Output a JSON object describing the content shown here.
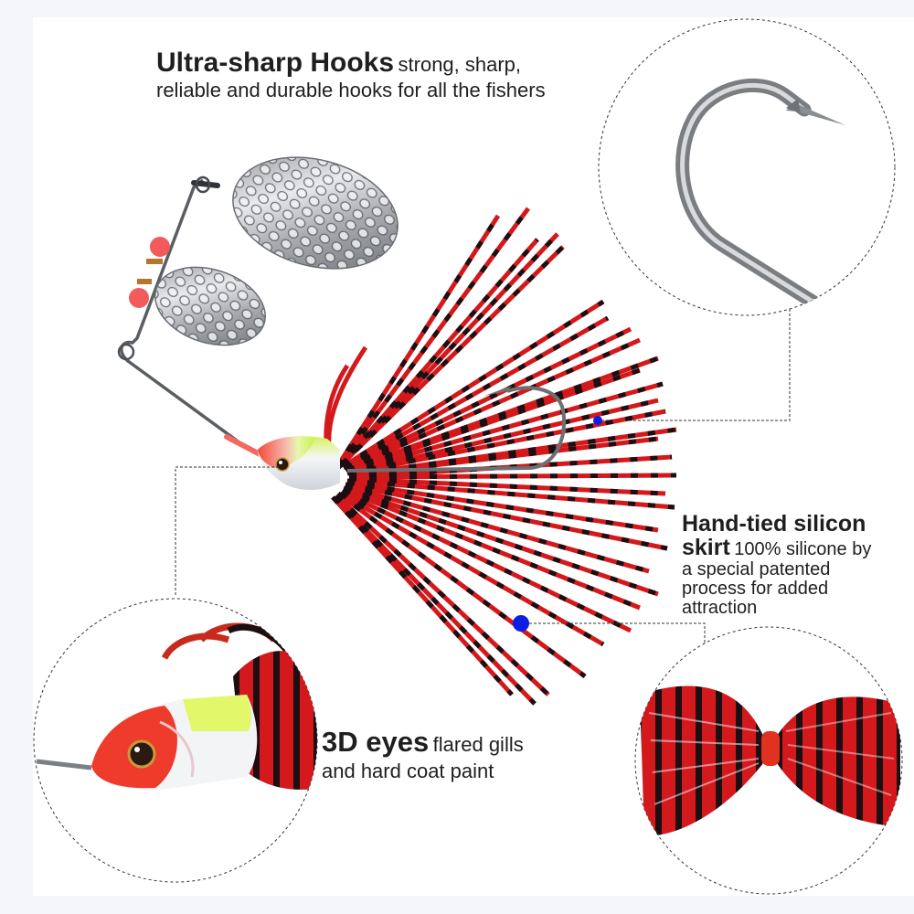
{
  "product": {
    "subject": "spinnerbait fishing lure",
    "colors": {
      "background_frame": "#f4f6fa",
      "panel": "#ffffff",
      "skirt_red": "#d11a1a",
      "skirt_black": "#1a0f12",
      "blade_silver": "#c9cbcf",
      "bead_red": "#f0545a",
      "head_red": "#ee3b2b",
      "head_chartreuse": "#d8f56a",
      "head_white": "#eef0f4",
      "marker_blue": "#0a1ee6",
      "text": "#1f1f1f"
    }
  },
  "callouts": [
    {
      "id": "hooks",
      "title": "Ultra-sharp Hooks",
      "text_inline": "strong, sharp,",
      "text_line2": "reliable and durable hooks for all the fishers",
      "icon": "hook-closeup-icon"
    },
    {
      "id": "skirt",
      "title_line1": "Hand-tied silicon",
      "title_line2": "skirt",
      "text_inline": "100% silicone by",
      "text_lines": [
        "a special patented",
        "process for added",
        "attraction"
      ],
      "icon": "skirt-closeup-icon"
    },
    {
      "id": "eyes",
      "title": "3D eyes",
      "text_inline": "flared gills",
      "text_line2": "and hard coat paint",
      "icon": "lure-head-closeup-icon"
    }
  ]
}
